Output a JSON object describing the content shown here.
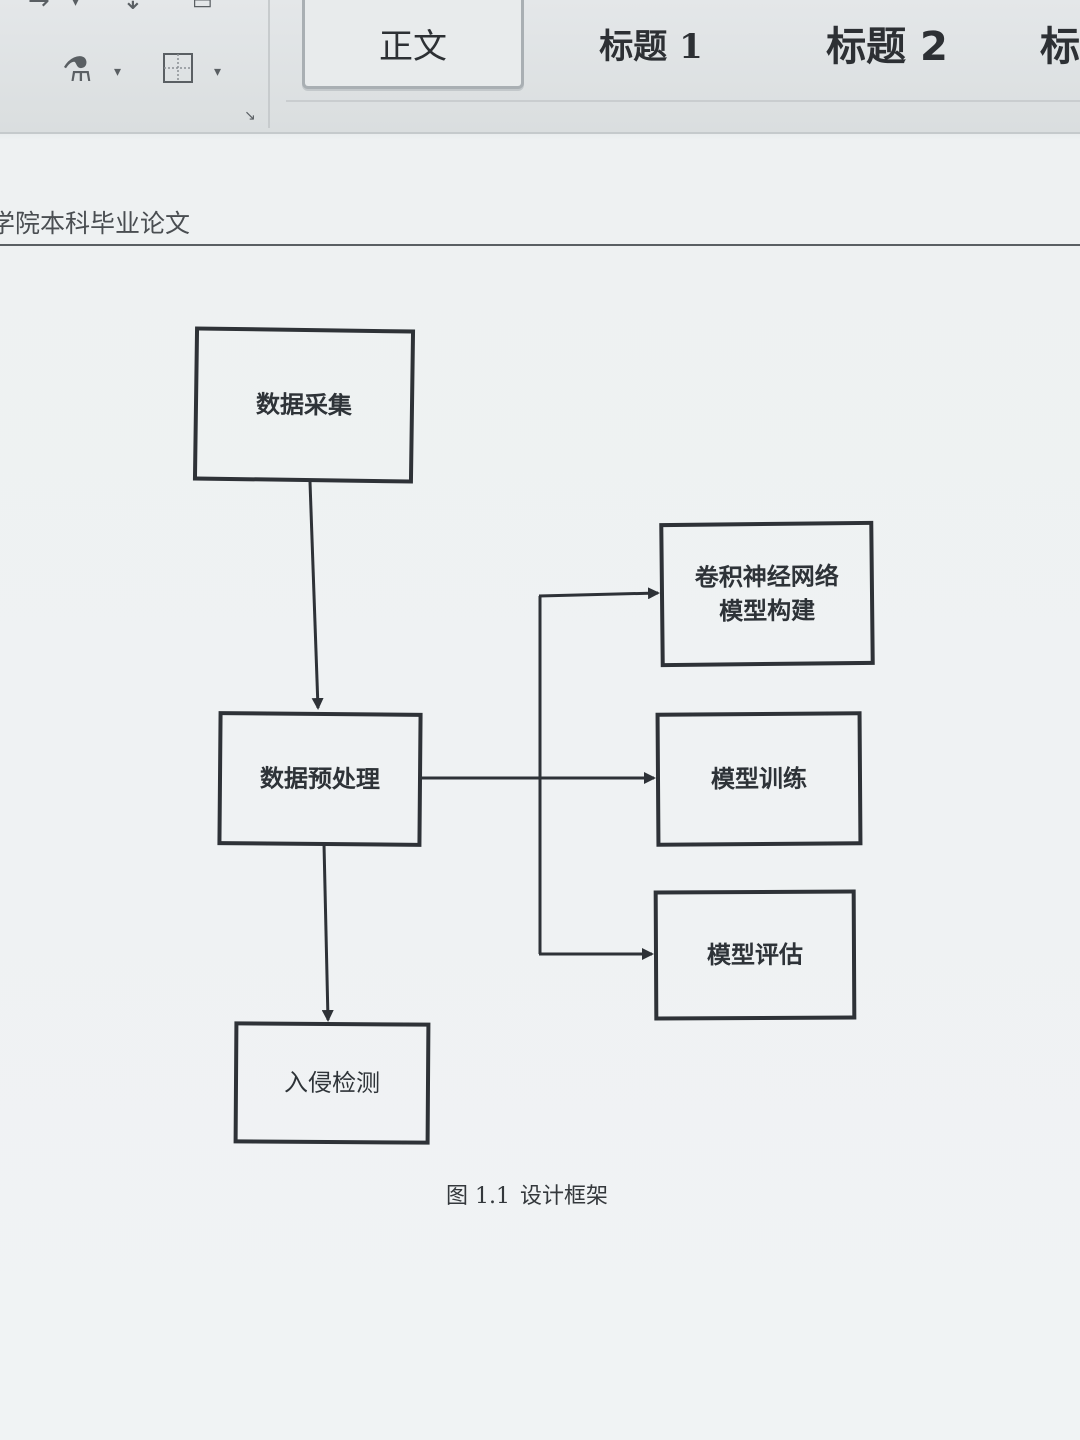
{
  "ribbon": {
    "styles": [
      {
        "label": "正文",
        "selected": true
      },
      {
        "label": "标题 1",
        "selected": false
      },
      {
        "label": "标题 2",
        "selected": false
      },
      {
        "label": "标",
        "selected": false
      }
    ],
    "icons": [
      "arrow-right-icon",
      "sort-icon",
      "table-icon",
      "shading-icon",
      "borders-icon",
      "dialog-launcher-icon"
    ]
  },
  "document": {
    "header_text": "学院本科毕业论文"
  },
  "diagram": {
    "nodes": {
      "data_collection": "数据采集",
      "data_preprocessing": "数据预处理",
      "cnn_model_build": "卷积神经网络\n模型构建",
      "model_training": "模型训练",
      "model_evaluation": "模型评估",
      "intrusion_detection": "入侵检测"
    },
    "edges": [
      {
        "from": "数据采集",
        "to": "数据预处理"
      },
      {
        "from": "数据预处理",
        "to": "卷积神经网络\n模型构建"
      },
      {
        "from": "数据预处理",
        "to": "模型训练"
      },
      {
        "from": "数据预处理",
        "to": "模型评估"
      },
      {
        "from": "数据预处理",
        "to": "入侵检测"
      }
    ],
    "caption_number": "图 1.1",
    "caption_text": "设计框架"
  },
  "colors": {
    "ink": "#2e3237",
    "ribbon_bg": "#dfe3e5",
    "page_bg": "#eef1f2"
  }
}
